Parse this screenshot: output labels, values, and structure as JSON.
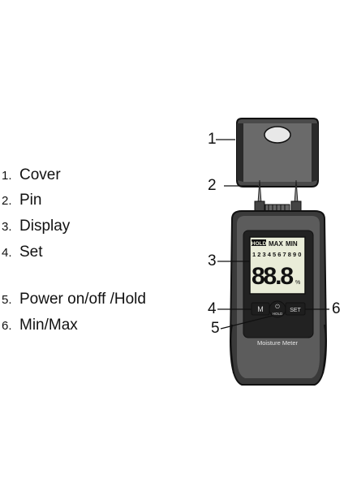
{
  "legend": [
    {
      "num": "1.",
      "label": "Cover"
    },
    {
      "num": "2.",
      "label": "Pin"
    },
    {
      "num": "3.",
      "label": "Display"
    },
    {
      "num": "4.",
      "label": "Set"
    },
    {
      "num": "5.",
      "label": "Power on/off /Hold"
    },
    {
      "num": "6.",
      "label": "Min/Max"
    }
  ],
  "callouts": {
    "c1": "1",
    "c2": "2",
    "c3": "3",
    "c4": "4",
    "c5": "5",
    "c6": "6"
  },
  "display": {
    "hold": "HOLD",
    "max": "MAX",
    "min": "MIN",
    "scales": "1 2 3 4 5 6 7 8 9 0",
    "reading": "88.8",
    "unit": "%"
  },
  "buttons": {
    "m": "M",
    "hold": "HOLD",
    "set": "SET"
  },
  "device_name": "Moisture Meter"
}
